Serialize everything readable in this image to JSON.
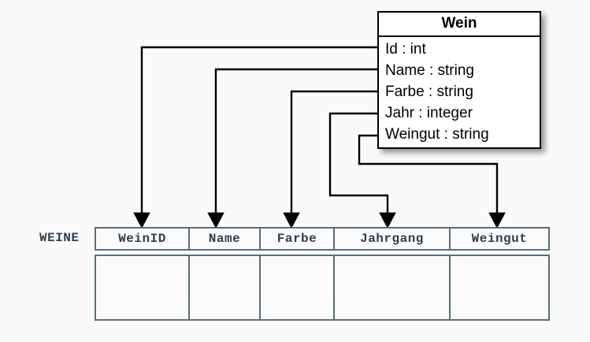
{
  "diagram": {
    "kind": "orm-mapping-diagram",
    "background_color": "#fafafa"
  },
  "class_box": {
    "title": "Wein",
    "title_color": "#000000",
    "border_color": "#000000",
    "fill_color": "#ffffff",
    "attributes": [
      {
        "name": "Id",
        "type": "int",
        "text": "Id : int"
      },
      {
        "name": "Name",
        "type": "string",
        "text": "Name : string"
      },
      {
        "name": "Farbe",
        "type": "string",
        "text": "Farbe : string"
      },
      {
        "name": "Jahr",
        "type": "integer",
        "text": "Jahr : integer"
      },
      {
        "name": "Weingut",
        "type": "string",
        "text": "Weingut : string"
      }
    ]
  },
  "relational_table": {
    "label": "WEINE",
    "label_color": "#2e4049",
    "border_color": "#5a6e76",
    "fill_color": "#fbfbfb",
    "columns": [
      {
        "header": "WeinID",
        "width": 119
      },
      {
        "header": "Name",
        "width": 90
      },
      {
        "header": "Farbe",
        "width": 94
      },
      {
        "header": "Jahrgang",
        "width": 147
      },
      {
        "header": "Weingut",
        "width": 124
      }
    ],
    "rows": [
      [
        "",
        "",
        "",
        "",
        ""
      ]
    ]
  },
  "connectors": [
    {
      "from": "Id",
      "to": "WeinID",
      "color": "#000000"
    },
    {
      "from": "Name",
      "to": "Name",
      "color": "#000000"
    },
    {
      "from": "Farbe",
      "to": "Farbe",
      "color": "#000000"
    },
    {
      "from": "Jahr",
      "to": "Jahrgang",
      "color": "#000000"
    },
    {
      "from": "Weingut",
      "to": "Weingut",
      "color": "#000000"
    }
  ]
}
